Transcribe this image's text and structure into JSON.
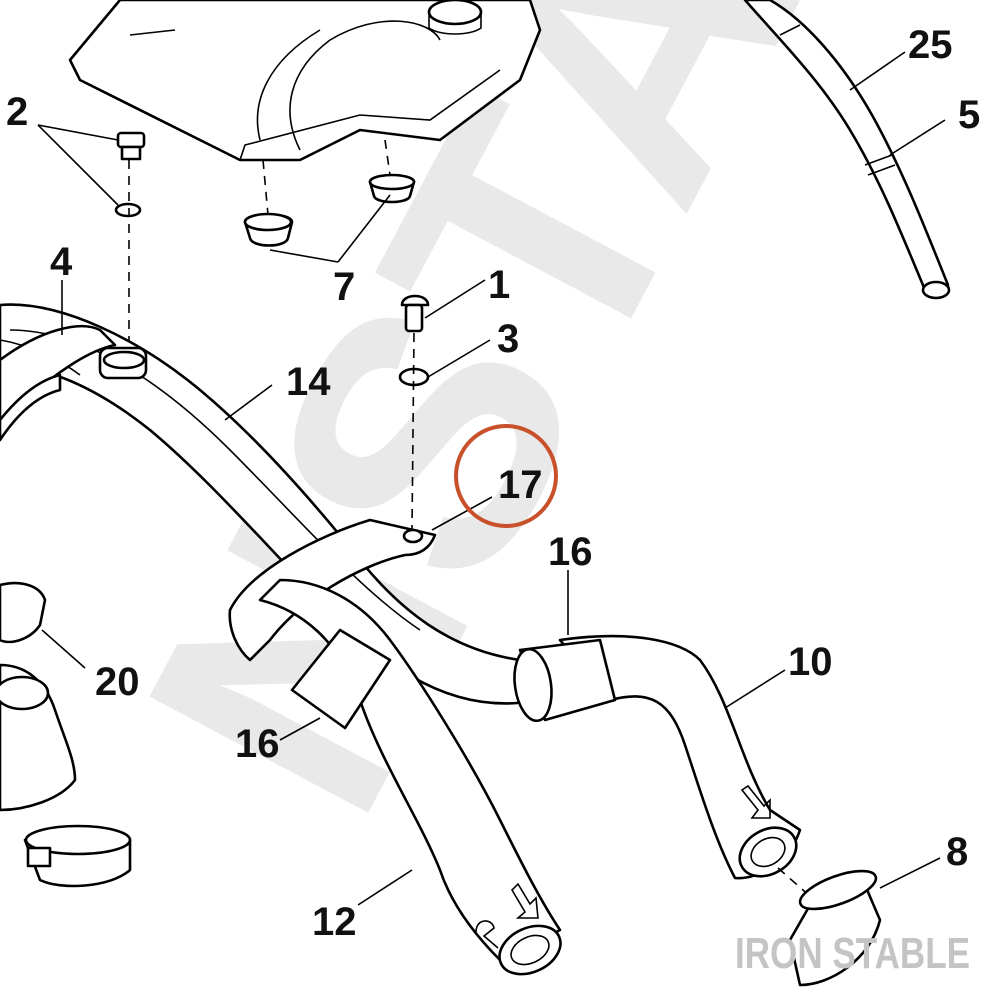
{
  "diagram": {
    "watermark_text": "NSTAB",
    "brand": "IRON STABLE",
    "highlight_color": "#c8502a",
    "callouts": {
      "c1": "1",
      "c2": "2",
      "c3": "3",
      "c4": "4",
      "c5": "5",
      "c7": "7",
      "c8": "8",
      "c10": "10",
      "c12": "12",
      "c14": "14",
      "c16a": "16",
      "c16b": "16",
      "c17": "17",
      "c20": "20",
      "c25": "25"
    }
  }
}
